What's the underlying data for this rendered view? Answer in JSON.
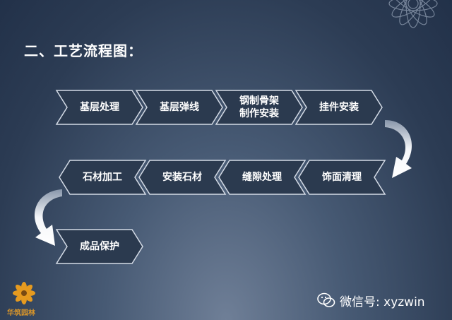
{
  "title": "二、工艺流程图：",
  "row1": [
    "基层处理",
    "基层弹线",
    "钢制骨架\n制作安装",
    "挂件安装"
  ],
  "row2": [
    "石材加工",
    "安装石材",
    "缝隙处理",
    "饰面清理"
  ],
  "row3": [
    "成品保护"
  ],
  "watermark": "微信号: xyzwin",
  "logo_text": "华筑园林",
  "icons": [
    "flower-ornament-icon",
    "curved-arrow-icon",
    "wechat-icon",
    "flower-logo-icon"
  ]
}
